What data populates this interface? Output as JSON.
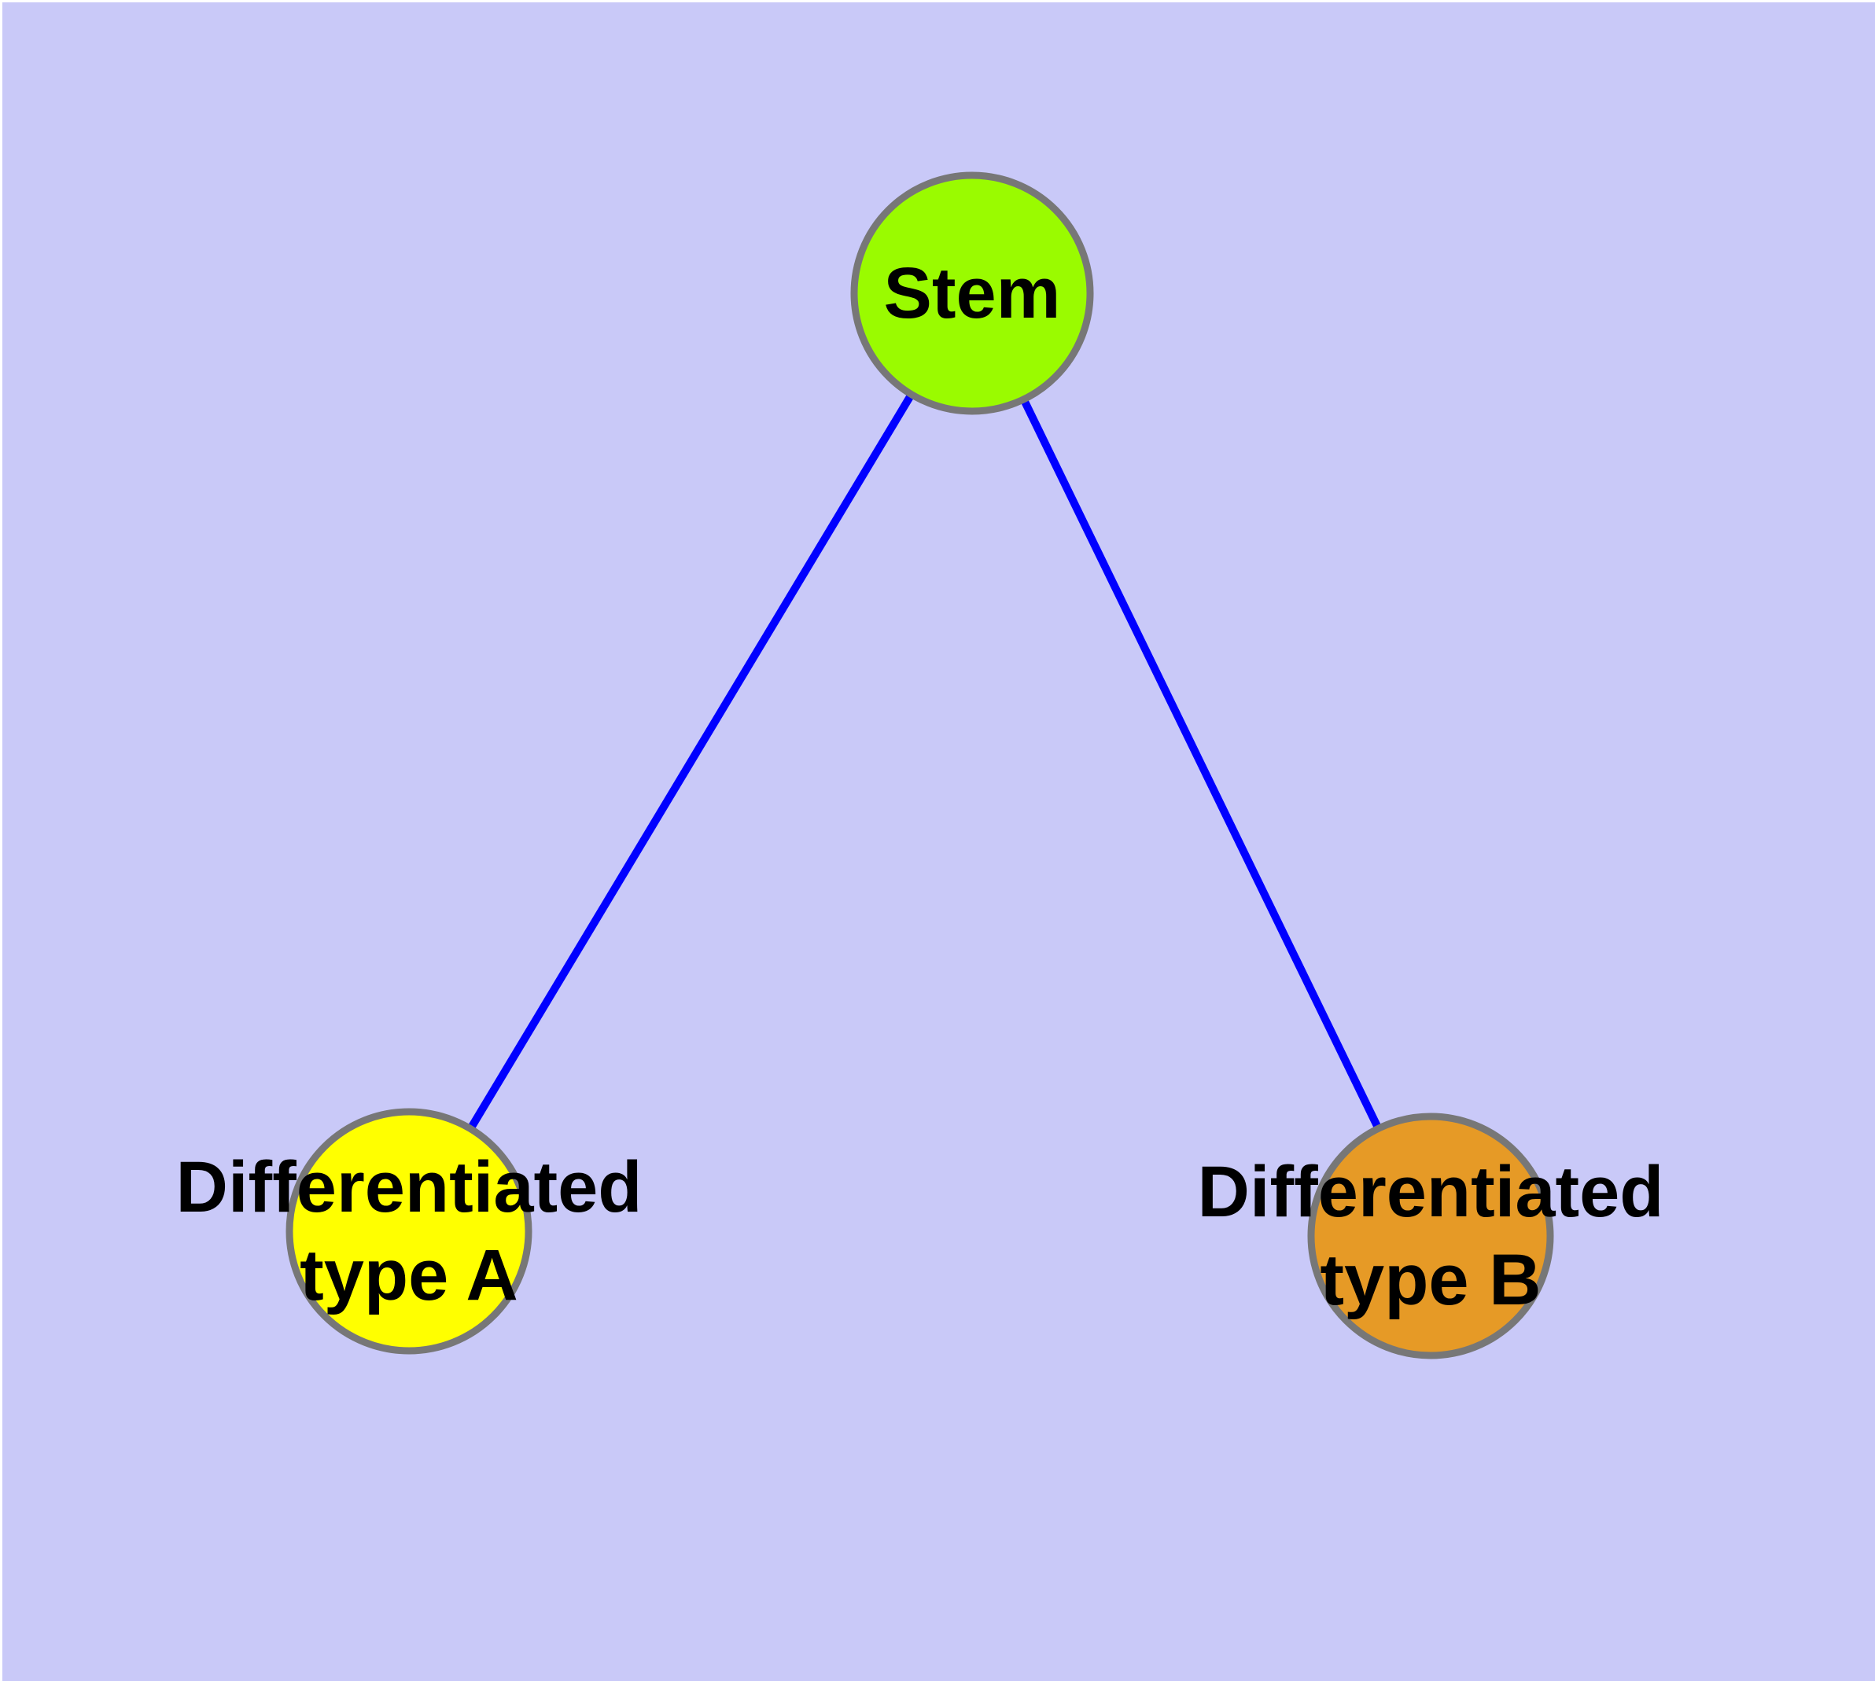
{
  "figure": {
    "background_color": "#c9c9f8",
    "frame_color": "#ffffff"
  },
  "graph": {
    "type": "node-link-diagram",
    "edge_color": "#0000ff",
    "node_border_color": "#777777",
    "label_color": "#000000",
    "nodes": [
      {
        "id": "stem",
        "label": "Stem",
        "lines": [
          "Stem"
        ],
        "fill": "#9afb00"
      },
      {
        "id": "type-a",
        "label": "Differentiated type A",
        "lines": [
          "Differentiated",
          "type A"
        ],
        "fill": "#ffff00"
      },
      {
        "id": "type-b",
        "label": "Differentiated type B",
        "lines": [
          "Differentiated",
          "type B"
        ],
        "fill": "#e69a26"
      }
    ],
    "edges": [
      {
        "from": "stem",
        "to": "type-a"
      },
      {
        "from": "stem",
        "to": "type-b"
      }
    ]
  }
}
